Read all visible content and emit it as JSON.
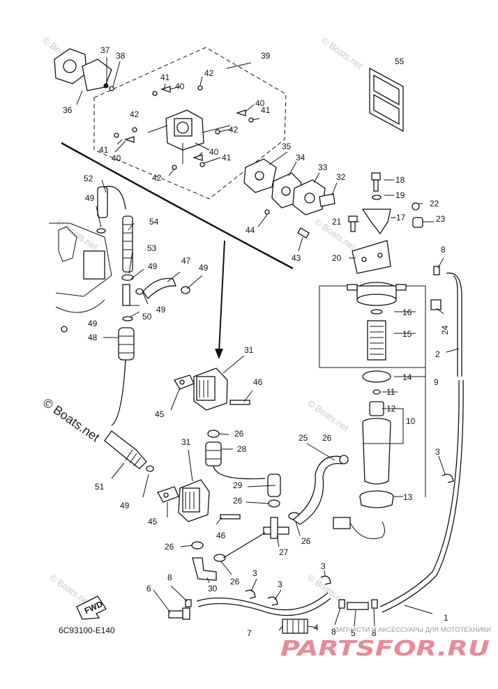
{
  "diagram_code": "6C93100-E140",
  "watermarks": {
    "boats_small": "© Boats.net",
    "boats_large": "© Boats.net"
  },
  "brand": {
    "logo_text": "PARTSFOR.RU",
    "tagline": "ЗАПЧАСТИ И АКСЕССУАРЫ ДЛЯ МОТОТЕХНИКИ"
  },
  "fwd_label": "FWD",
  "callouts": [
    {
      "id": "c1",
      "text": "1"
    },
    {
      "id": "c2",
      "text": "2"
    },
    {
      "id": "c3a",
      "text": "3"
    },
    {
      "id": "c3b",
      "text": "3"
    },
    {
      "id": "c3c",
      "text": "3"
    },
    {
      "id": "c3d",
      "text": "3"
    },
    {
      "id": "c4",
      "text": "4"
    },
    {
      "id": "c5",
      "text": "5"
    },
    {
      "id": "c6",
      "text": "6"
    },
    {
      "id": "c7",
      "text": "7"
    },
    {
      "id": "c8a",
      "text": "8"
    },
    {
      "id": "c8b",
      "text": "8"
    },
    {
      "id": "c8c",
      "text": "8"
    },
    {
      "id": "c8d",
      "text": "8"
    },
    {
      "id": "c9",
      "text": "9"
    },
    {
      "id": "c10",
      "text": "10"
    },
    {
      "id": "c11",
      "text": "11"
    },
    {
      "id": "c12",
      "text": "12"
    },
    {
      "id": "c13",
      "text": "13"
    },
    {
      "id": "c14",
      "text": "14"
    },
    {
      "id": "c15",
      "text": "15"
    },
    {
      "id": "c16",
      "text": "16"
    },
    {
      "id": "c17",
      "text": "17"
    },
    {
      "id": "c18",
      "text": "18"
    },
    {
      "id": "c19",
      "text": "19"
    },
    {
      "id": "c20",
      "text": "20"
    },
    {
      "id": "c21",
      "text": "21"
    },
    {
      "id": "c22",
      "text": "22"
    },
    {
      "id": "c23",
      "text": "23"
    },
    {
      "id": "c24",
      "text": "24"
    },
    {
      "id": "c25",
      "text": "25"
    },
    {
      "id": "c26a",
      "text": "26"
    },
    {
      "id": "c26b",
      "text": "26"
    },
    {
      "id": "c26c",
      "text": "26"
    },
    {
      "id": "c26d",
      "text": "26"
    },
    {
      "id": "c26e",
      "text": "26"
    },
    {
      "id": "c26f",
      "text": "26"
    },
    {
      "id": "c27",
      "text": "27"
    },
    {
      "id": "c28",
      "text": "28"
    },
    {
      "id": "c29",
      "text": "29"
    },
    {
      "id": "c30",
      "text": "30"
    },
    {
      "id": "c31a",
      "text": "31"
    },
    {
      "id": "c31b",
      "text": "31"
    },
    {
      "id": "c32",
      "text": "32"
    },
    {
      "id": "c33",
      "text": "33"
    },
    {
      "id": "c34",
      "text": "34"
    },
    {
      "id": "c35",
      "text": "35"
    },
    {
      "id": "c36",
      "text": "36"
    },
    {
      "id": "c37",
      "text": "37"
    },
    {
      "id": "c38",
      "text": "38"
    },
    {
      "id": "c39",
      "text": "39"
    },
    {
      "id": "c40a",
      "text": "40"
    },
    {
      "id": "c40b",
      "text": "40"
    },
    {
      "id": "c40c",
      "text": "40"
    },
    {
      "id": "c40d",
      "text": "40"
    },
    {
      "id": "c41a",
      "text": "41"
    },
    {
      "id": "c41b",
      "text": "41"
    },
    {
      "id": "c41c",
      "text": "41"
    },
    {
      "id": "c41d",
      "text": "41"
    },
    {
      "id": "c42a",
      "text": "42"
    },
    {
      "id": "c42b",
      "text": "42"
    },
    {
      "id": "c42c",
      "text": "42"
    },
    {
      "id": "c42d",
      "text": "42"
    },
    {
      "id": "c43",
      "text": "43"
    },
    {
      "id": "c44",
      "text": "44"
    },
    {
      "id": "c45a",
      "text": "45"
    },
    {
      "id": "c45b",
      "text": "45"
    },
    {
      "id": "c46a",
      "text": "46"
    },
    {
      "id": "c46b",
      "text": "46"
    },
    {
      "id": "c47",
      "text": "47"
    },
    {
      "id": "c48",
      "text": "48"
    },
    {
      "id": "c49a",
      "text": "49"
    },
    {
      "id": "c49b",
      "text": "49"
    },
    {
      "id": "c49c",
      "text": "49"
    },
    {
      "id": "c49d",
      "text": "49"
    },
    {
      "id": "c49e",
      "text": "49"
    },
    {
      "id": "c49f",
      "text": "49"
    },
    {
      "id": "c50",
      "text": "50"
    },
    {
      "id": "c51",
      "text": "51"
    },
    {
      "id": "c52",
      "text": "52"
    },
    {
      "id": "c53",
      "text": "53"
    },
    {
      "id": "c54",
      "text": "54"
    },
    {
      "id": "c55",
      "text": "55"
    }
  ]
}
